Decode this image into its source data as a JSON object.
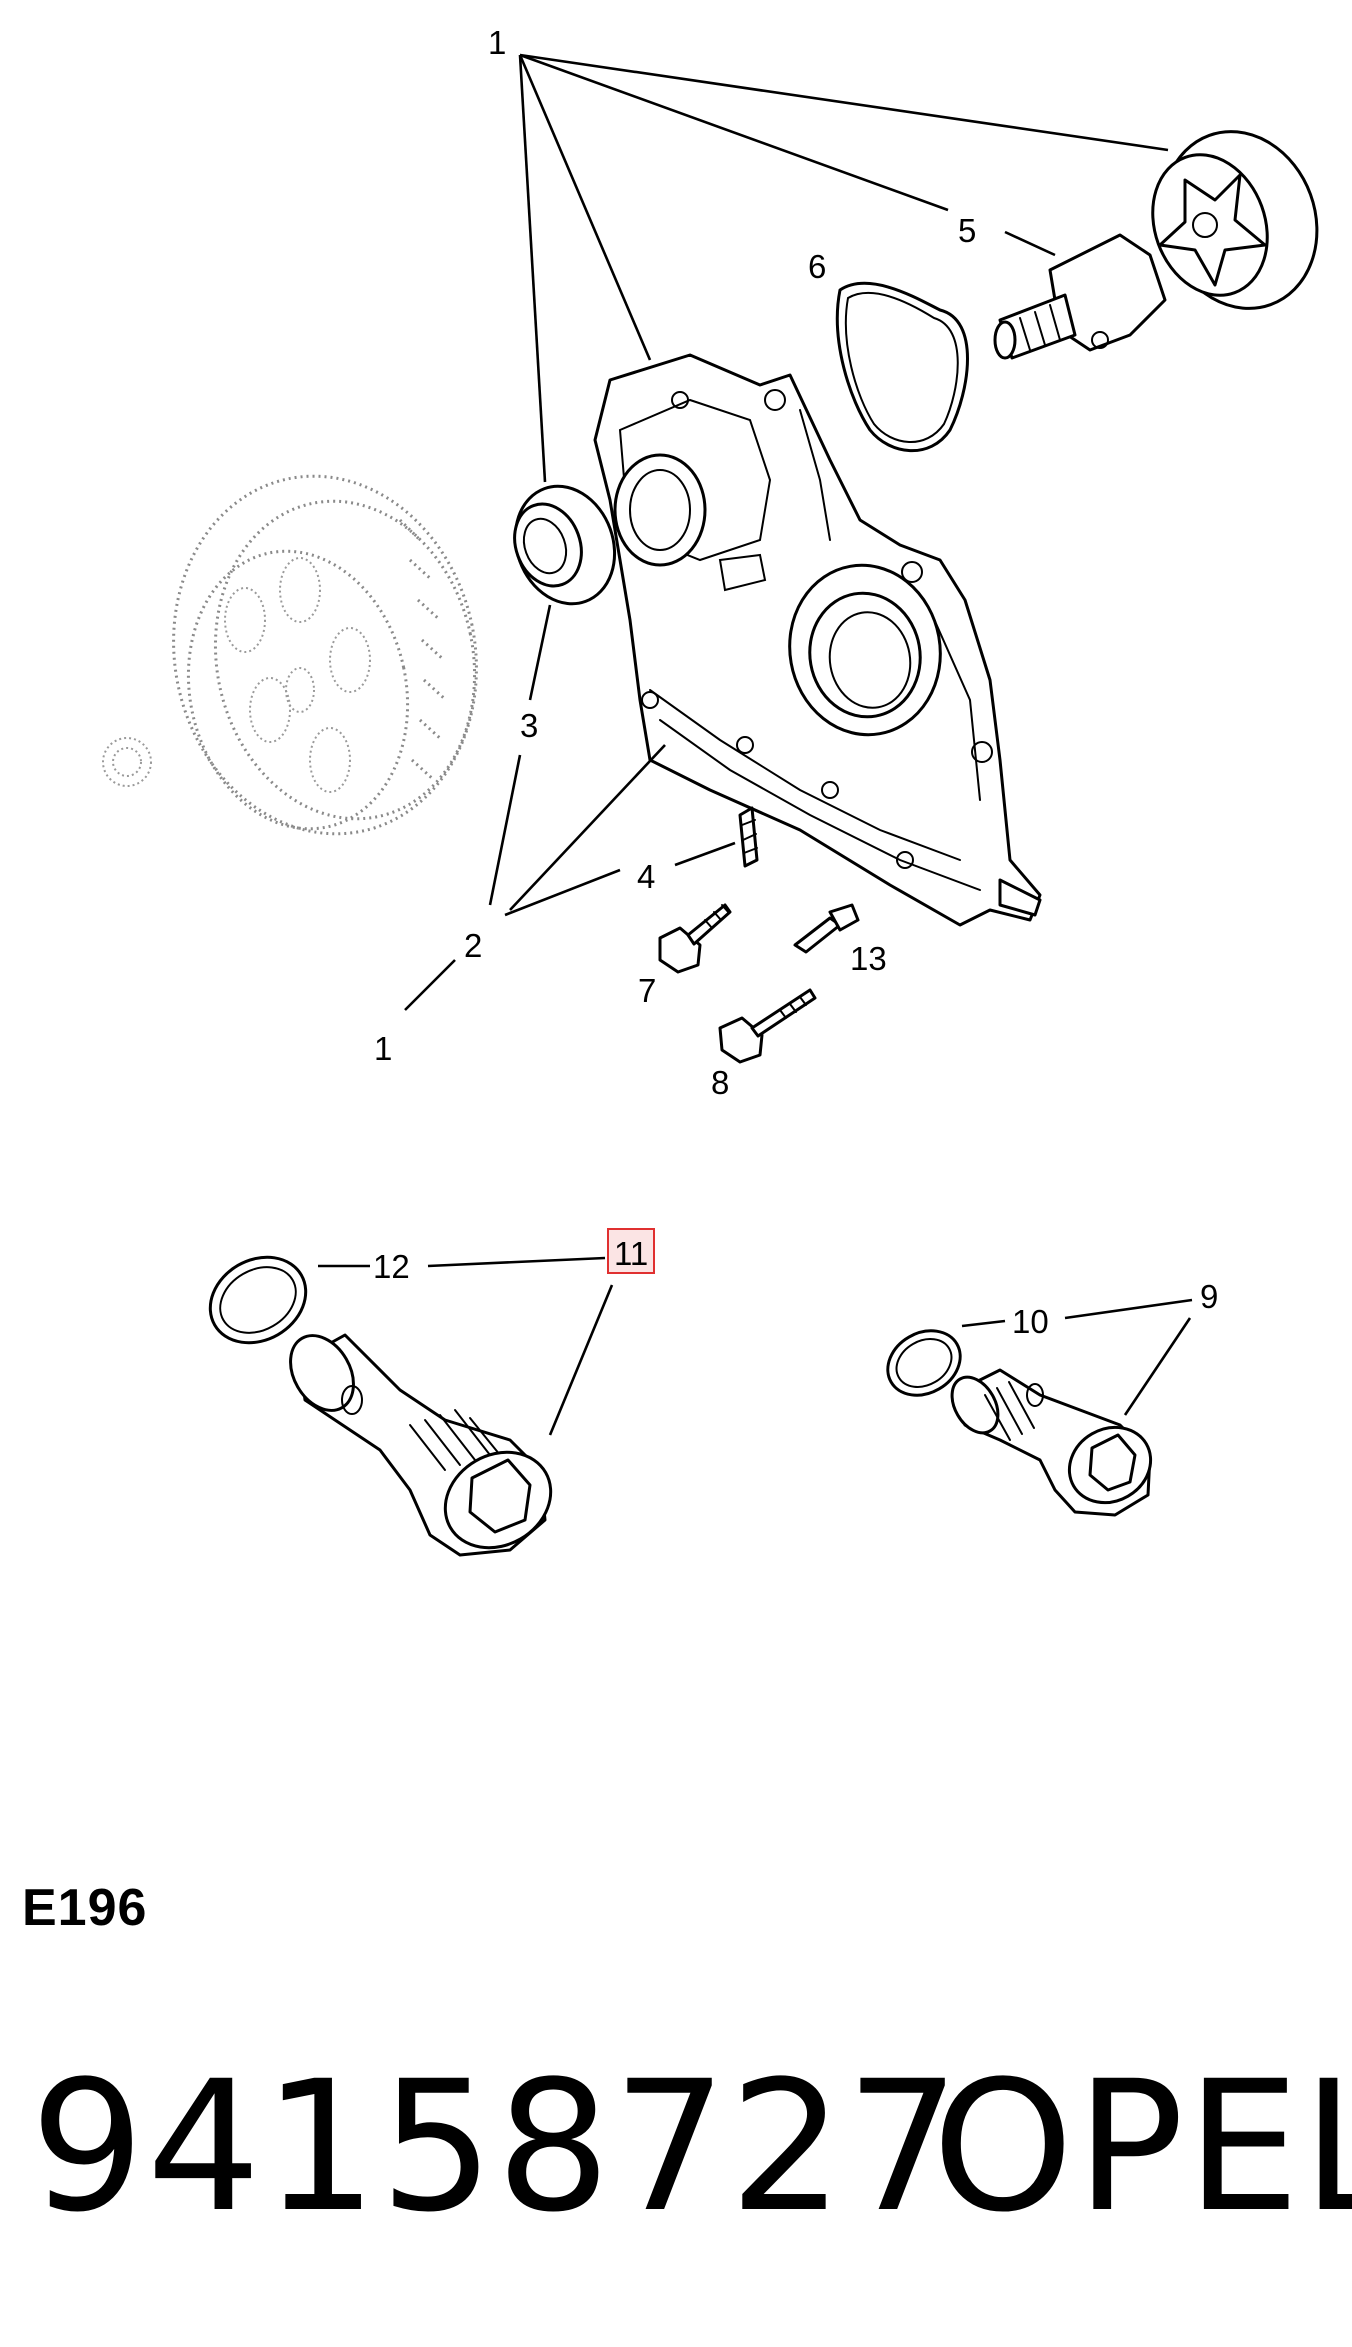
{
  "diagram": {
    "code": "E196",
    "part_number": "94158727",
    "brand": "OPEL",
    "highlighted_callout": "11",
    "highlight_color": "#e03030",
    "callouts": {
      "c1_top": "1",
      "c5": "5",
      "c6": "6",
      "c3": "3",
      "c4": "4",
      "c2": "2",
      "c1_bottom": "1",
      "c7": "7",
      "c13": "13",
      "c8": "8",
      "c12": "12",
      "c11": "11",
      "c10": "10",
      "c9": "9"
    },
    "parts": [
      {
        "name": "oil-pump-rotor-icon"
      },
      {
        "name": "pressure-relief-valve-icon"
      },
      {
        "name": "gasket-icon"
      },
      {
        "name": "oil-pump-housing-icon"
      },
      {
        "name": "shaft-seal-icon"
      },
      {
        "name": "crankshaft-gear-icon"
      },
      {
        "name": "stud-icon"
      },
      {
        "name": "bolt-icon"
      },
      {
        "name": "dowel-pin-icon"
      },
      {
        "name": "banjo-bolt-icon"
      },
      {
        "name": "sealing-ring-icon"
      }
    ]
  }
}
